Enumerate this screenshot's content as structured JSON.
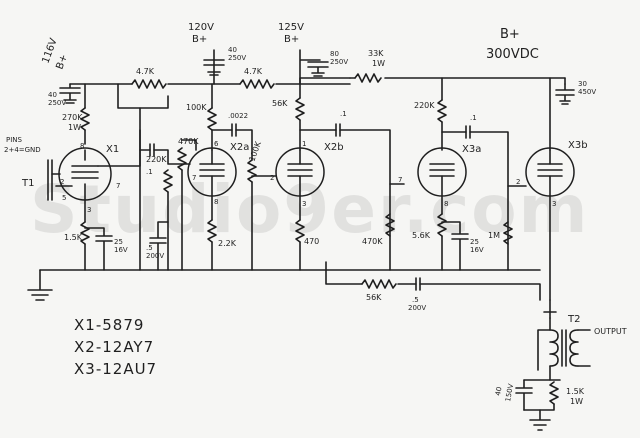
{
  "watermark": "Studio9er.com",
  "rails": {
    "v116": [
      "116V",
      "B+"
    ],
    "v120": [
      "120V",
      "B+"
    ],
    "v125": [
      "125V",
      "B+"
    ],
    "v300": [
      "B+",
      "300VDC"
    ]
  },
  "parts": {
    "r_47k_a": "4.7K",
    "r_47k_b": "4.7K",
    "r_33k": [
      "33K",
      "1W"
    ],
    "c_40_a": [
      "40",
      "250V"
    ],
    "c_40_b": [
      "40",
      "250V"
    ],
    "c_80": [
      "80",
      "250V"
    ],
    "c_30": [
      "30",
      "450V"
    ],
    "r_270k": [
      "270K",
      "1W"
    ],
    "r_100k_a": "100K",
    "r_470k_a": "470K",
    "r_220k_a": "220K",
    "c_01_a": ".1",
    "c_05_a": [
      ".5",
      "200V"
    ],
    "c_0022": ".0022",
    "r_100k_b": "100K",
    "r_470k_b": "470K",
    "r_22k": "2.2K",
    "r_56k_a": "56K",
    "r_470": "470",
    "c_01_b": ".1",
    "r_470k_c": "470K",
    "r_220k_b": "220K",
    "c_01_c": ".1",
    "r_56k_b": "5.6K",
    "c_25_b": [
      "25",
      "16V"
    ],
    "r_1m": "1M",
    "r_15k": "1.5K",
    "c_25_a": [
      "25",
      "16V"
    ],
    "r_56k_fb": "56K",
    "c_05_fb": [
      ".5",
      "200V"
    ],
    "c_40_out": [
      "40",
      "150V"
    ],
    "r_15k_out": [
      "1.5K",
      "1W"
    ],
    "pins_note": [
      "PINS",
      "2+4=GND"
    ]
  },
  "tubes": {
    "x1": "X1",
    "x2a": "X2a",
    "x2b": "X2b",
    "x3a": "X3a",
    "x3b": "X3b"
  },
  "pins": {
    "x1": [
      "8",
      "7",
      "3",
      "2",
      "5"
    ],
    "x2a": [
      "6",
      "7",
      "8"
    ],
    "x2b": [
      "1",
      "2",
      "3"
    ],
    "x3a": [
      "7",
      "8"
    ],
    "x3b": [
      "2",
      "3"
    ]
  },
  "transformers": {
    "t1": "T1",
    "t2": "T2",
    "output": "OUTPUT"
  },
  "legend": [
    "X1-5879",
    "X2-12AY7",
    "X3-12AU7"
  ]
}
